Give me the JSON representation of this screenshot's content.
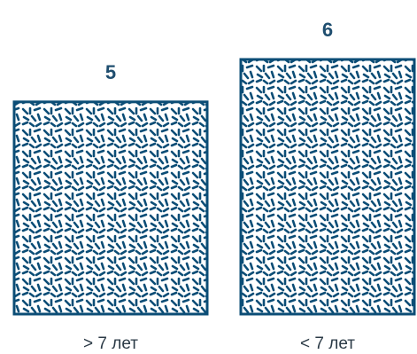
{
  "chart_data": {
    "type": "bar",
    "categories": [
      "> 7 лет",
      "< 7 лет"
    ],
    "values": [
      5,
      6
    ],
    "data_labels": [
      "5",
      "6"
    ],
    "title": "",
    "xlabel": "",
    "ylabel": "",
    "ylim": [
      0,
      6
    ],
    "grid": false,
    "legend": "none",
    "bar_fill": "dash-pattern",
    "colors": {
      "bar": "#0b4d76",
      "value_text": "#1f4e6f",
      "category_text": "#2b3a46",
      "background": "#ffffff"
    }
  }
}
